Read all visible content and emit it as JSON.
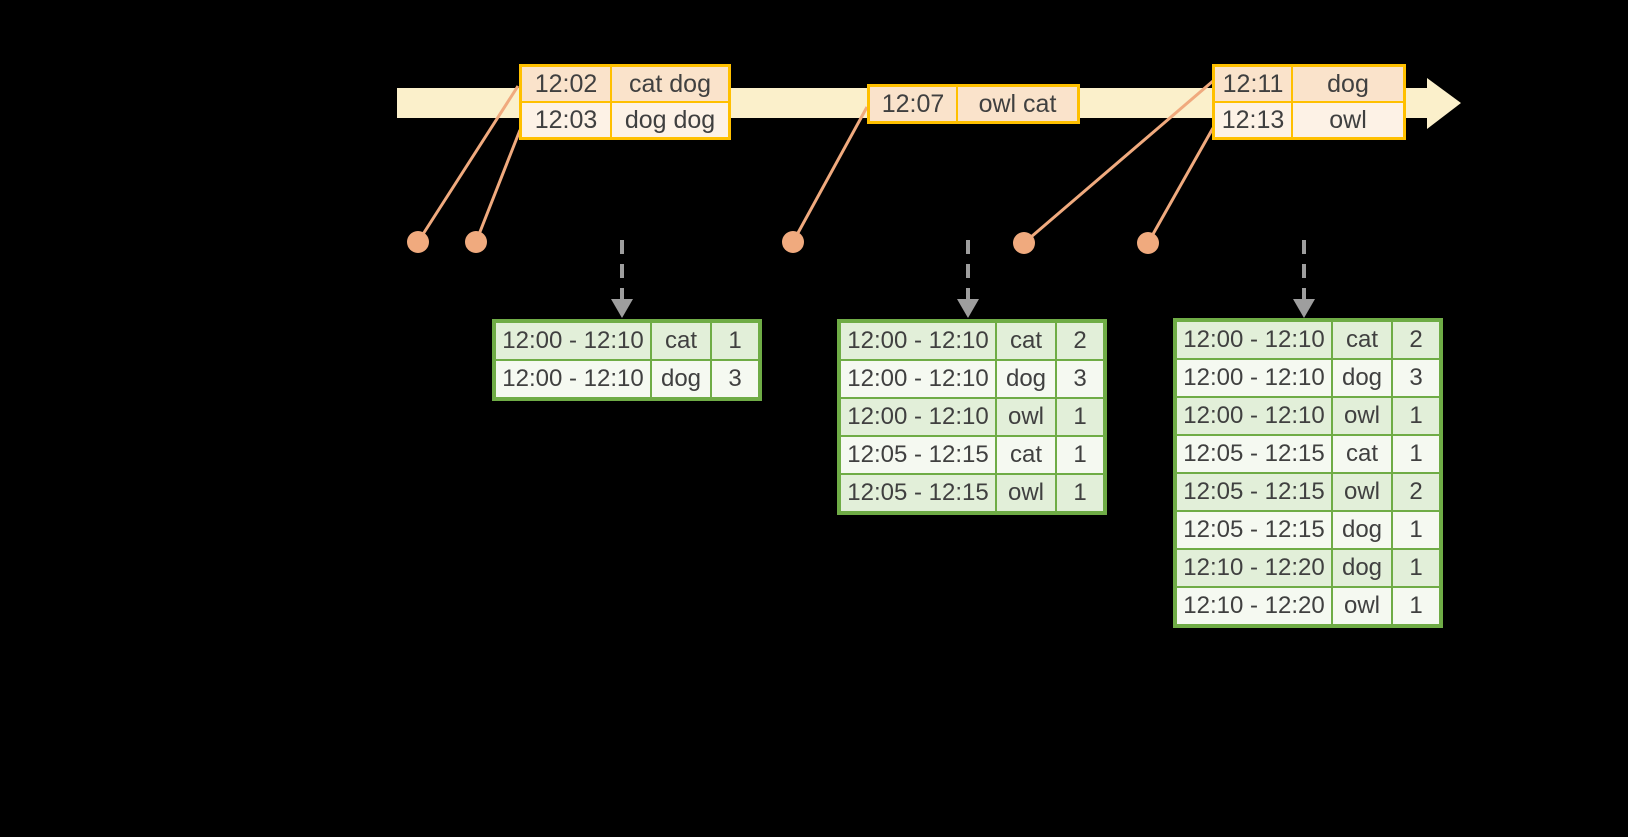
{
  "colors": {
    "background": "#000000",
    "timeline_fill": "#FBF0CB",
    "event_table_border": "#FFC000",
    "event_row_odd": "#FAE3CB",
    "event_row_even": "#FDF2E6",
    "marker_orange": "#F0AA7E",
    "result_table_border": "#6FAC46",
    "result_row_odd": "#E2EFD9",
    "result_row_even": "#F5F9F1",
    "trigger_arrow_gray": "#9E9E9E",
    "text": "#404040"
  },
  "icons": {
    "timeline_arrow": "right-arrow",
    "trigger_arrow": "down-arrow",
    "event_marker": "dot"
  },
  "event_tables": [
    {
      "rows": [
        {
          "time": "12:02",
          "words": "cat dog"
        },
        {
          "time": "12:03",
          "words": "dog dog"
        }
      ]
    },
    {
      "rows": [
        {
          "time": "12:07",
          "words": "owl cat"
        }
      ]
    },
    {
      "rows": [
        {
          "time": "12:11",
          "words": "dog"
        },
        {
          "time": "12:13",
          "words": "owl"
        }
      ]
    }
  ],
  "result_tables": [
    {
      "rows": [
        {
          "window": "12:00 - 12:10",
          "word": "cat",
          "count": "1"
        },
        {
          "window": "12:00 - 12:10",
          "word": "dog",
          "count": "3"
        }
      ]
    },
    {
      "rows": [
        {
          "window": "12:00 - 12:10",
          "word": "cat",
          "count": "2"
        },
        {
          "window": "12:00 - 12:10",
          "word": "dog",
          "count": "3"
        },
        {
          "window": "12:00 - 12:10",
          "word": "owl",
          "count": "1"
        },
        {
          "window": "12:05 - 12:15",
          "word": "cat",
          "count": "1"
        },
        {
          "window": "12:05 - 12:15",
          "word": "owl",
          "count": "1"
        }
      ]
    },
    {
      "rows": [
        {
          "window": "12:00 - 12:10",
          "word": "cat",
          "count": "2"
        },
        {
          "window": "12:00 - 12:10",
          "word": "dog",
          "count": "3"
        },
        {
          "window": "12:00 - 12:10",
          "word": "owl",
          "count": "1"
        },
        {
          "window": "12:05 - 12:15",
          "word": "cat",
          "count": "1"
        },
        {
          "window": "12:05 - 12:15",
          "word": "owl",
          "count": "2"
        },
        {
          "window": "12:05 - 12:15",
          "word": "dog",
          "count": "1"
        },
        {
          "window": "12:10 - 12:20",
          "word": "dog",
          "count": "1"
        },
        {
          "window": "12:10 - 12:20",
          "word": "owl",
          "count": "1"
        }
      ]
    }
  ]
}
